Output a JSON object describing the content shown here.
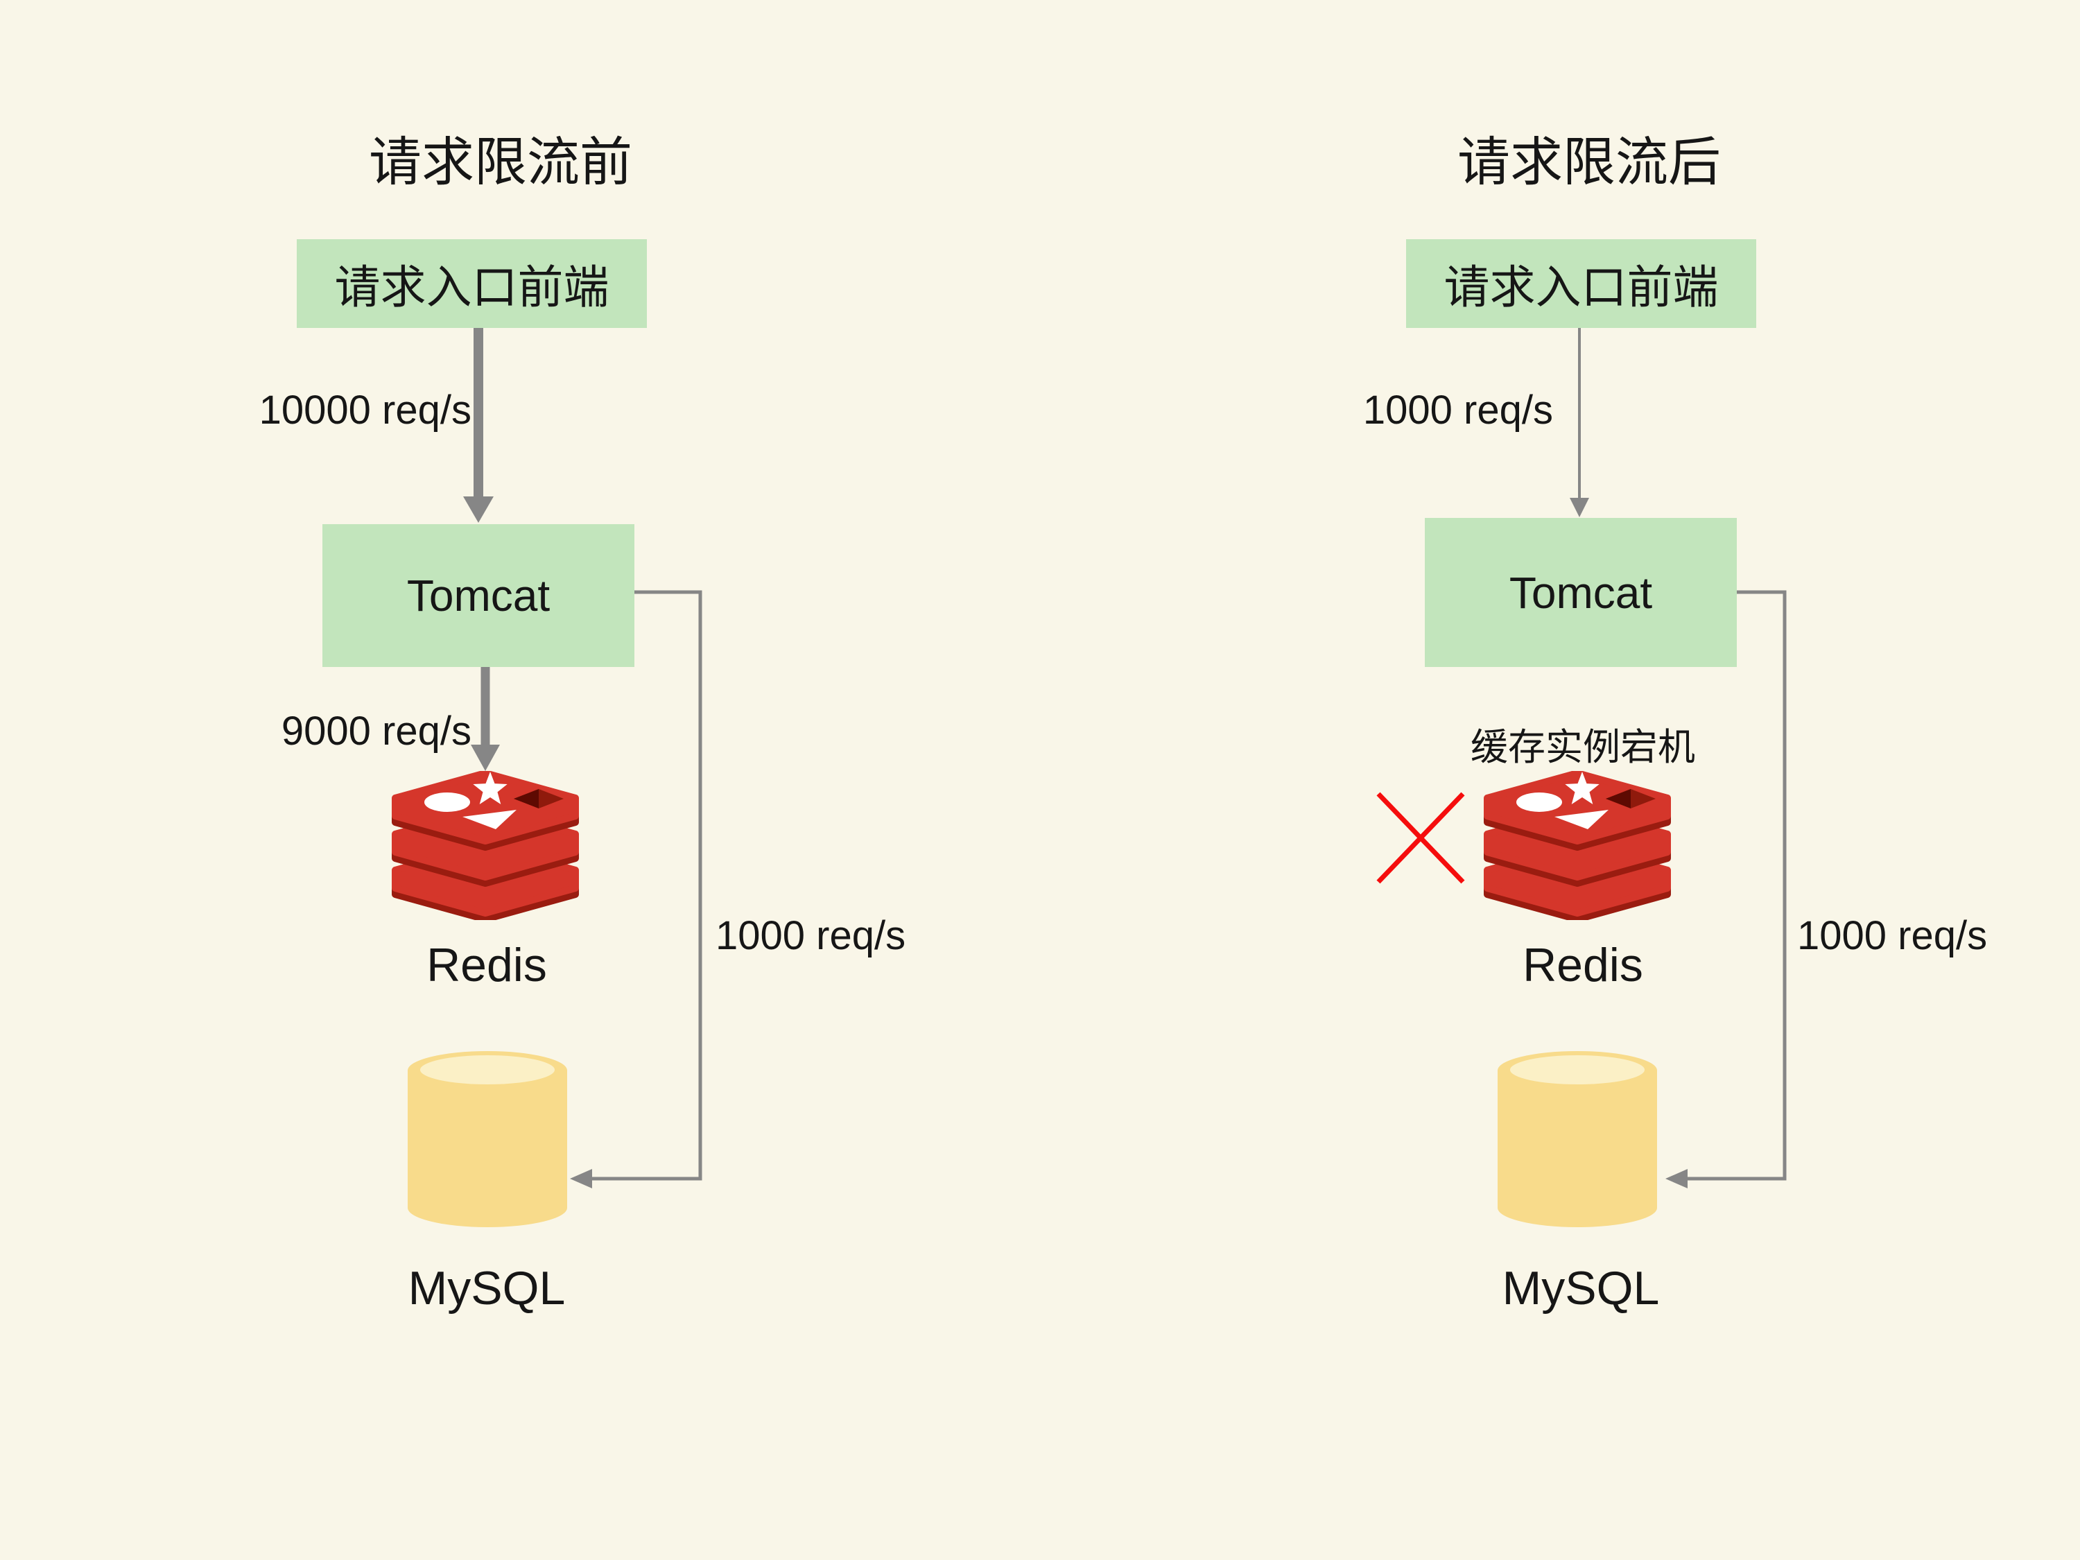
{
  "background": "#F9F6E8",
  "colors": {
    "box_green": "#C2E5BC",
    "arrow_gray": "#868686",
    "text": "#161616",
    "crash_x_red": "#F50D0D",
    "redis_bright_red": "#D5362B",
    "redis_dark_red": "#9A1C10",
    "redis_hole_red": "#8F1A0C",
    "mysql_body_yellow": "#F8DB8B",
    "mysql_top_yellow": "#FBF0C6"
  },
  "icons": {
    "redis": "redis-stack-logo",
    "mysql": "database-cylinder",
    "crash": "red-x-mark"
  },
  "left": {
    "title": "请求限流前",
    "frontend": "请求入口前端",
    "in_rate": "10000 req/s",
    "tomcat": "Tomcat",
    "redis_rate": "9000 req/s",
    "redis": "Redis",
    "mysql": "MySQL",
    "db_rate": "1000 req/s"
  },
  "right": {
    "title": "请求限流后",
    "frontend": "请求入口前端",
    "in_rate": "1000 req/s",
    "tomcat": "Tomcat",
    "crash_note": "缓存实例宕机",
    "redis": "Redis",
    "mysql": "MySQL",
    "db_rate": "1000 req/s"
  }
}
